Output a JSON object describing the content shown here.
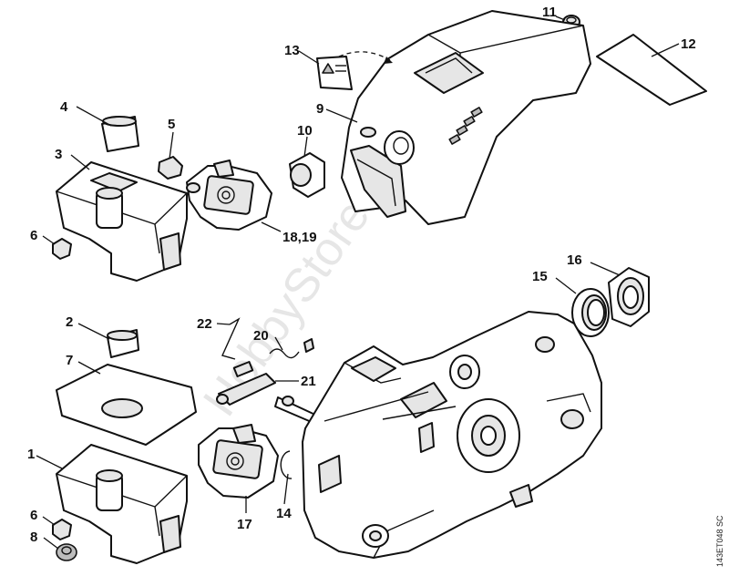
{
  "watermark": "HobbyStore.it",
  "drawing_code": "143ET048 SC",
  "callouts": {
    "n1": "1",
    "n2": "2",
    "n3": "3",
    "n4": "4",
    "n5": "5",
    "n6a": "6",
    "n6b": "6",
    "n7": "7",
    "n8": "8",
    "n9": "9",
    "n10": "10",
    "n11": "11",
    "n12": "12",
    "n13": "13",
    "n14": "14",
    "n15": "15",
    "n16": "16",
    "n17": "17",
    "n1819": "18,19",
    "n20": "20",
    "n21": "21",
    "n22": "22"
  },
  "icons": {
    "warning_label": "warning-label-icon",
    "carburetor": "carburetor-icon",
    "crankcase": "crankcase-icon"
  }
}
